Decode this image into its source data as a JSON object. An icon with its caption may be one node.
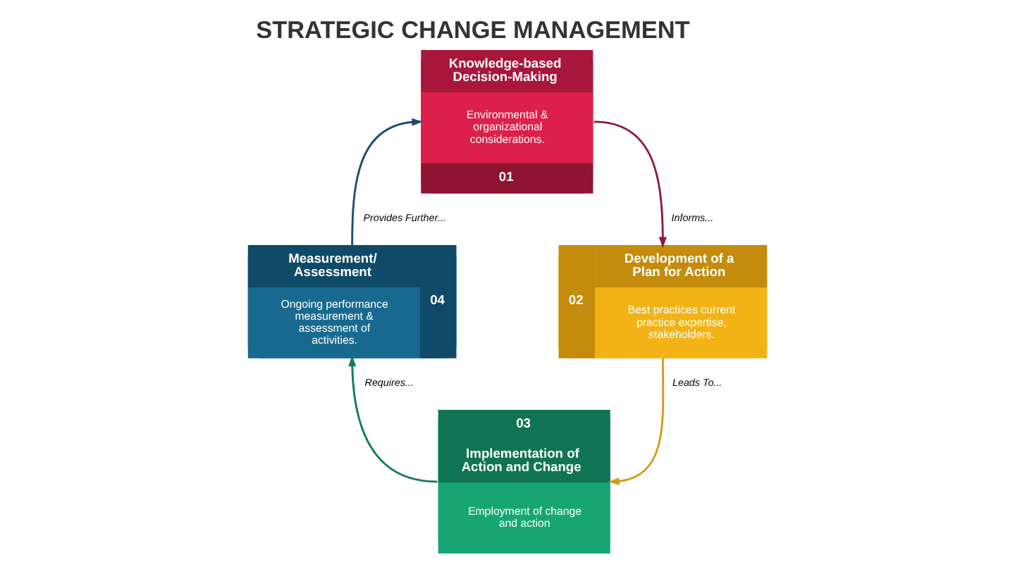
{
  "diagram": {
    "title": "STRATEGIC CHANGE MANAGEMENT",
    "nodes": [
      {
        "text": [
          "Knowledge-based Decision-Making",
          "Environmental & organizational considerations.",
          "01"
        ]
      },
      {
        "text": [
          "Development of a Plan for Action",
          "Best practices current practice expertise, stakeholders.",
          "02"
        ]
      },
      {
        "text": [
          "03",
          "Implementation of Action and Change",
          "Employment of change and action"
        ]
      },
      {
        "text": [
          "Measurement/ Assessment",
          "Ongoing performance measurement & assessment of activities.",
          "04"
        ]
      }
    ],
    "edges": [
      {
        "from": 0,
        "to": 1,
        "arrow": "to",
        "label": "Informs...",
        "color": "#8e1a38"
      },
      {
        "from": 1,
        "to": 2,
        "arrow": "to",
        "label": "Leads To...",
        "color": "#d49a1a"
      },
      {
        "from": 2,
        "to": 3,
        "arrow": "to",
        "label": "Requires...",
        "color": "#167a57"
      },
      {
        "from": 3,
        "to": 0,
        "arrow": "to",
        "label": "Provides Further...",
        "color": "#1b4d6b"
      }
    ]
  }
}
